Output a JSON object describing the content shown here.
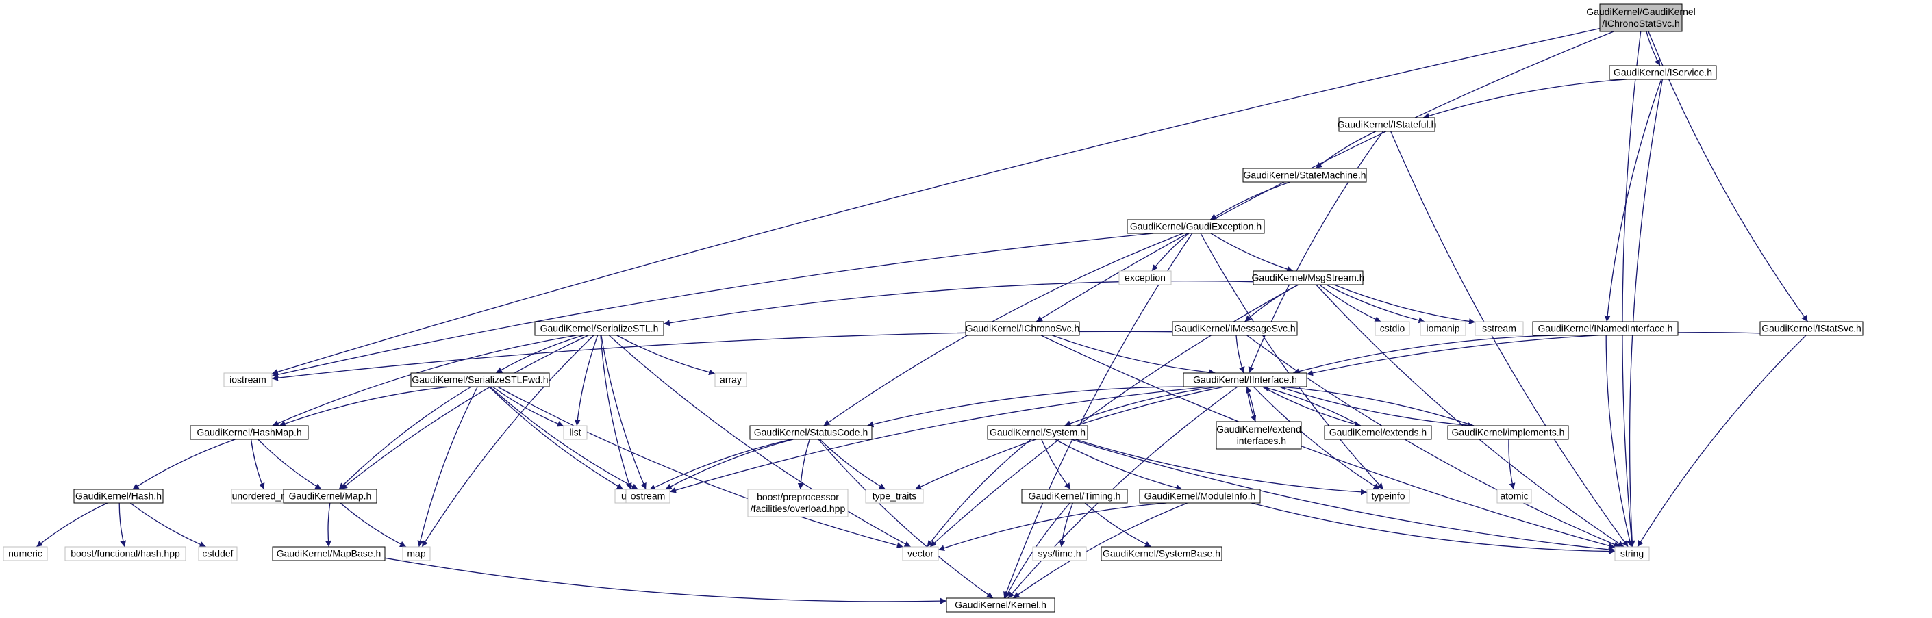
{
  "diagram": {
    "colors": {
      "edge": "#191970",
      "root_fill": "#bfbfbf",
      "node_border": "#000000",
      "external_border": "#bfbfbf",
      "background": "#ffffff"
    },
    "nodes": [
      {
        "id": "root",
        "lines": [
          "GaudiKernel/GaudiKernel",
          "/IChronoStatSvc.h"
        ],
        "kind": "root"
      },
      {
        "id": "iservice",
        "lines": [
          "GaudiKernel/IService.h"
        ],
        "kind": "header"
      },
      {
        "id": "istateful",
        "lines": [
          "GaudiKernel/IStateful.h"
        ],
        "kind": "header"
      },
      {
        "id": "statemachine",
        "lines": [
          "GaudiKernel/StateMachine.h"
        ],
        "kind": "header"
      },
      {
        "id": "gaudiexception",
        "lines": [
          "GaudiKernel/GaudiException.h"
        ],
        "kind": "header"
      },
      {
        "id": "exception",
        "lines": [
          "exception"
        ],
        "kind": "external"
      },
      {
        "id": "msgstream",
        "lines": [
          "GaudiKernel/MsgStream.h"
        ],
        "kind": "header"
      },
      {
        "id": "cstdio",
        "lines": [
          "cstdio"
        ],
        "kind": "external"
      },
      {
        "id": "iomanip",
        "lines": [
          "iomanip"
        ],
        "kind": "external"
      },
      {
        "id": "sstream",
        "lines": [
          "sstream"
        ],
        "kind": "external"
      },
      {
        "id": "serializestl",
        "lines": [
          "GaudiKernel/SerializeSTL.h"
        ],
        "kind": "header"
      },
      {
        "id": "ichronosvc",
        "lines": [
          "GaudiKernel/IChronoSvc.h"
        ],
        "kind": "header"
      },
      {
        "id": "imessagesvc",
        "lines": [
          "GaudiKernel/IMessageSvc.h"
        ],
        "kind": "header"
      },
      {
        "id": "inamedinterface",
        "lines": [
          "GaudiKernel/INamedInterface.h"
        ],
        "kind": "header"
      },
      {
        "id": "istatsvc",
        "lines": [
          "GaudiKernel/IStatSvc.h"
        ],
        "kind": "header"
      },
      {
        "id": "iostream",
        "lines": [
          "iostream"
        ],
        "kind": "external"
      },
      {
        "id": "serializestlfwd",
        "lines": [
          "GaudiKernel/SerializeSTLFwd.h"
        ],
        "kind": "header"
      },
      {
        "id": "array",
        "lines": [
          "array"
        ],
        "kind": "external"
      },
      {
        "id": "iinterface",
        "lines": [
          "GaudiKernel/IInterface.h"
        ],
        "kind": "header"
      },
      {
        "id": "list",
        "lines": [
          "list"
        ],
        "kind": "external"
      },
      {
        "id": "hashmap",
        "lines": [
          "GaudiKernel/HashMap.h"
        ],
        "kind": "header"
      },
      {
        "id": "statuscode",
        "lines": [
          "GaudiKernel/StatusCode.h"
        ],
        "kind": "header"
      },
      {
        "id": "system",
        "lines": [
          "GaudiKernel/System.h"
        ],
        "kind": "header"
      },
      {
        "id": "extend_interfaces",
        "lines": [
          "GaudiKernel/extend",
          "_interfaces.h"
        ],
        "kind": "header"
      },
      {
        "id": "extends",
        "lines": [
          "GaudiKernel/extends.h"
        ],
        "kind": "header"
      },
      {
        "id": "implements",
        "lines": [
          "GaudiKernel/implements.h"
        ],
        "kind": "header"
      },
      {
        "id": "hash",
        "lines": [
          "GaudiKernel/Hash.h"
        ],
        "kind": "header"
      },
      {
        "id": "unordered_map",
        "lines": [
          "unordered_map"
        ],
        "kind": "external"
      },
      {
        "id": "map_h",
        "lines": [
          "GaudiKernel/Map.h"
        ],
        "kind": "header"
      },
      {
        "id": "utility",
        "lines": [
          "utility"
        ],
        "kind": "external"
      },
      {
        "id": "ostream",
        "lines": [
          "ostream"
        ],
        "kind": "external"
      },
      {
        "id": "overload",
        "lines": [
          "boost/preprocessor",
          "/facilities/overload.hpp"
        ],
        "kind": "external"
      },
      {
        "id": "type_traits",
        "lines": [
          "type_traits"
        ],
        "kind": "external"
      },
      {
        "id": "timing",
        "lines": [
          "GaudiKernel/Timing.h"
        ],
        "kind": "header"
      },
      {
        "id": "moduleinfo",
        "lines": [
          "GaudiKernel/ModuleInfo.h"
        ],
        "kind": "header"
      },
      {
        "id": "typeinfo",
        "lines": [
          "typeinfo"
        ],
        "kind": "external"
      },
      {
        "id": "atomic",
        "lines": [
          "atomic"
        ],
        "kind": "external"
      },
      {
        "id": "numeric",
        "lines": [
          "numeric"
        ],
        "kind": "external"
      },
      {
        "id": "boosthash",
        "lines": [
          "boost/functional/hash.hpp"
        ],
        "kind": "external"
      },
      {
        "id": "cstddef",
        "lines": [
          "cstddef"
        ],
        "kind": "external"
      },
      {
        "id": "mapbase",
        "lines": [
          "GaudiKernel/MapBase.h"
        ],
        "kind": "header"
      },
      {
        "id": "map",
        "lines": [
          "map"
        ],
        "kind": "external"
      },
      {
        "id": "vector",
        "lines": [
          "vector"
        ],
        "kind": "external"
      },
      {
        "id": "systime",
        "lines": [
          "sys/time.h"
        ],
        "kind": "external"
      },
      {
        "id": "systembase",
        "lines": [
          "GaudiKernel/SystemBase.h"
        ],
        "kind": "header"
      },
      {
        "id": "string",
        "lines": [
          "string"
        ],
        "kind": "external"
      },
      {
        "id": "kernel",
        "lines": [
          "GaudiKernel/Kernel.h"
        ],
        "kind": "header"
      }
    ],
    "edges": [
      [
        "root",
        "iservice"
      ],
      [
        "root",
        "ichronosvc"
      ],
      [
        "root",
        "istatsvc"
      ],
      [
        "root",
        "iostream"
      ],
      [
        "root",
        "string"
      ],
      [
        "iservice",
        "istateful"
      ],
      [
        "iservice",
        "inamedinterface"
      ],
      [
        "iservice",
        "string"
      ],
      [
        "istateful",
        "statemachine"
      ],
      [
        "istateful",
        "iinterface"
      ],
      [
        "istateful",
        "string"
      ],
      [
        "statemachine",
        "gaudiexception"
      ],
      [
        "gaudiexception",
        "exception"
      ],
      [
        "gaudiexception",
        "msgstream"
      ],
      [
        "gaudiexception",
        "statuscode"
      ],
      [
        "gaudiexception",
        "iostream"
      ],
      [
        "gaudiexception",
        "typeinfo"
      ],
      [
        "gaudiexception",
        "kernel"
      ],
      [
        "msgstream",
        "serializestl"
      ],
      [
        "msgstream",
        "imessagesvc"
      ],
      [
        "msgstream",
        "cstdio"
      ],
      [
        "msgstream",
        "iomanip"
      ],
      [
        "msgstream",
        "sstream"
      ],
      [
        "msgstream",
        "string"
      ],
      [
        "msgstream",
        "vector"
      ],
      [
        "ichronosvc",
        "iinterface"
      ],
      [
        "ichronosvc",
        "string"
      ],
      [
        "imessagesvc",
        "iinterface"
      ],
      [
        "imessagesvc",
        "iostream"
      ],
      [
        "imessagesvc",
        "string"
      ],
      [
        "inamedinterface",
        "iinterface"
      ],
      [
        "inamedinterface",
        "string"
      ],
      [
        "istatsvc",
        "iinterface"
      ],
      [
        "istatsvc",
        "string"
      ],
      [
        "serializestl",
        "serializestlfwd"
      ],
      [
        "serializestl",
        "array"
      ],
      [
        "serializestl",
        "list"
      ],
      [
        "serializestl",
        "hashmap"
      ],
      [
        "serializestl",
        "map_h"
      ],
      [
        "serializestl",
        "map"
      ],
      [
        "serializestl",
        "utility"
      ],
      [
        "serializestl",
        "ostream"
      ],
      [
        "serializestl",
        "vector"
      ],
      [
        "serializestlfwd",
        "hashmap"
      ],
      [
        "serializestlfwd",
        "map_h"
      ],
      [
        "serializestlfwd",
        "list"
      ],
      [
        "serializestlfwd",
        "utility"
      ],
      [
        "serializestlfwd",
        "ostream"
      ],
      [
        "serializestlfwd",
        "map"
      ],
      [
        "serializestlfwd",
        "vector"
      ],
      [
        "iinterface",
        "statuscode"
      ],
      [
        "iinterface",
        "system"
      ],
      [
        "iinterface",
        "extend_interfaces"
      ],
      [
        "iinterface",
        "extends"
      ],
      [
        "iinterface",
        "implements"
      ],
      [
        "iinterface",
        "ostream"
      ],
      [
        "iinterface",
        "type_traits"
      ],
      [
        "iinterface",
        "typeinfo"
      ],
      [
        "iinterface",
        "kernel"
      ],
      [
        "extend_interfaces",
        "iinterface"
      ],
      [
        "extends",
        "iinterface"
      ],
      [
        "implements",
        "iinterface"
      ],
      [
        "implements",
        "atomic"
      ],
      [
        "hashmap",
        "hash"
      ],
      [
        "hashmap",
        "unordered_map"
      ],
      [
        "hashmap",
        "map_h"
      ],
      [
        "hash",
        "numeric"
      ],
      [
        "hash",
        "boosthash"
      ],
      [
        "hash",
        "cstddef"
      ],
      [
        "map_h",
        "mapbase"
      ],
      [
        "map_h",
        "map"
      ],
      [
        "mapbase",
        "kernel"
      ],
      [
        "statuscode",
        "utility"
      ],
      [
        "statuscode",
        "ostream"
      ],
      [
        "statuscode",
        "overload"
      ],
      [
        "statuscode",
        "type_traits"
      ],
      [
        "statuscode",
        "kernel"
      ],
      [
        "system",
        "timing"
      ],
      [
        "system",
        "moduleinfo"
      ],
      [
        "system",
        "typeinfo"
      ],
      [
        "system",
        "string"
      ],
      [
        "system",
        "vector"
      ],
      [
        "timing",
        "systime"
      ],
      [
        "timing",
        "systembase"
      ],
      [
        "timing",
        "kernel"
      ],
      [
        "moduleinfo",
        "kernel"
      ],
      [
        "moduleinfo",
        "string"
      ],
      [
        "moduleinfo",
        "vector"
      ]
    ]
  }
}
